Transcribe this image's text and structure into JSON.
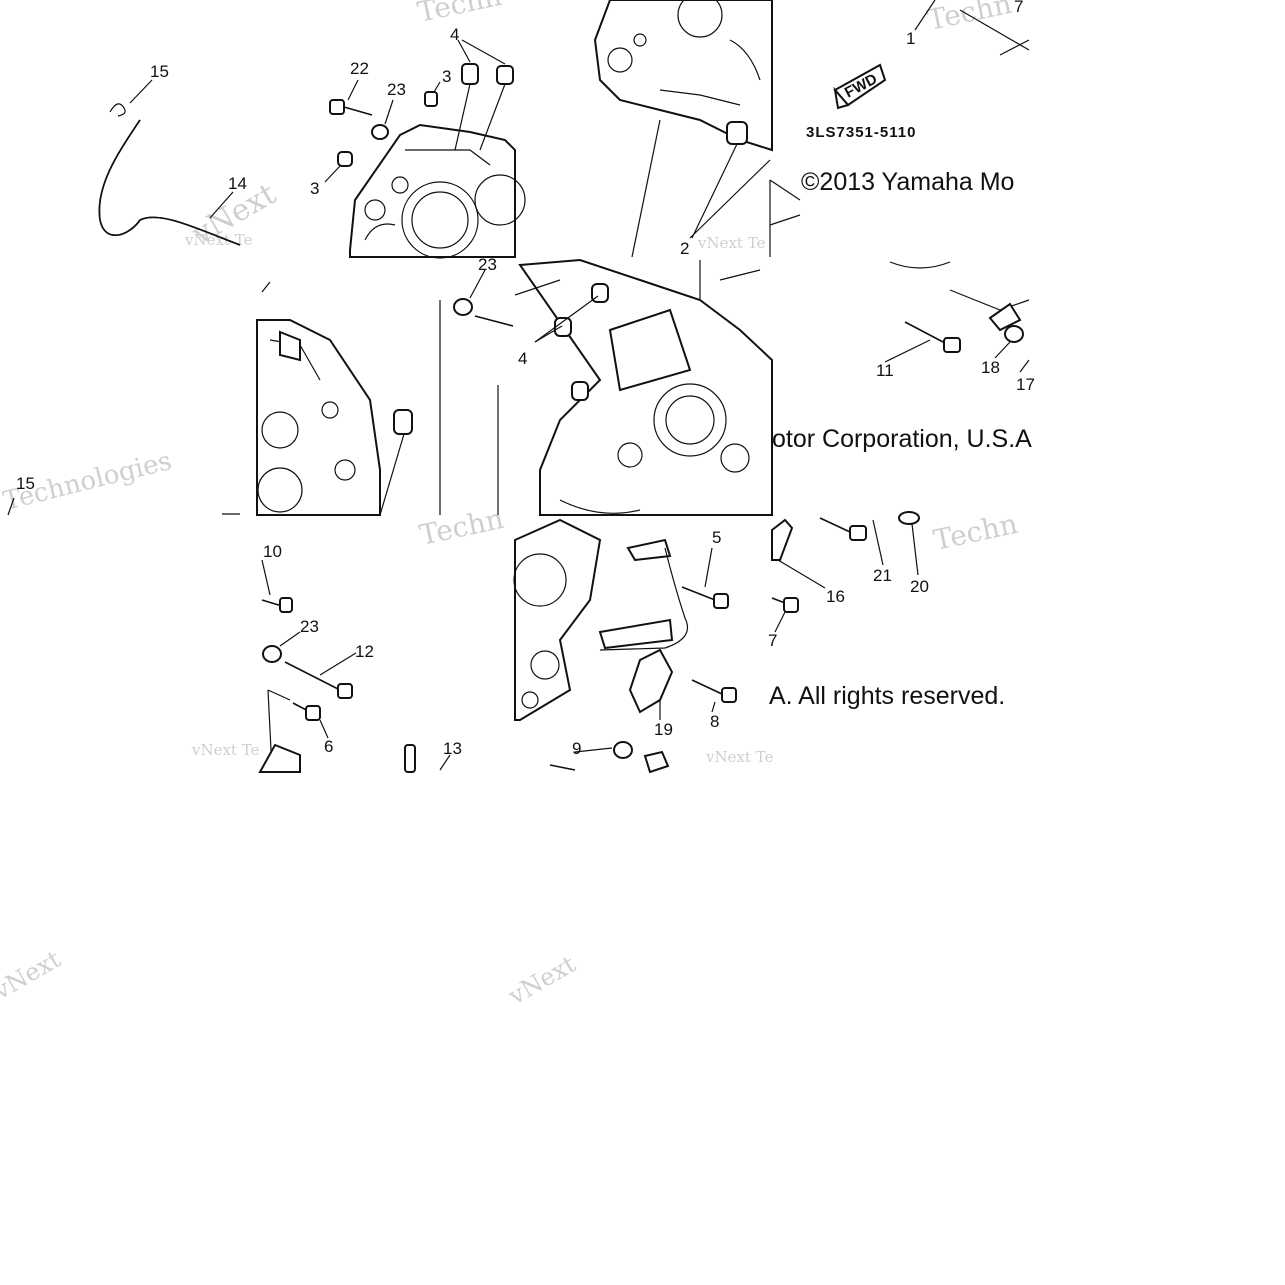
{
  "part_code": "3LS7351-5110",
  "fwd_label": "FWD",
  "copyright_fragments": [
    "©2013 Yamaha Mo",
    "otor Corporation, U.S.A",
    "A. All rights reserved."
  ],
  "callouts": [
    {
      "id": "15a",
      "label": "15"
    },
    {
      "id": "14",
      "label": "14"
    },
    {
      "id": "22",
      "label": "22"
    },
    {
      "id": "23a",
      "label": "23"
    },
    {
      "id": "3a",
      "label": "3"
    },
    {
      "id": "3b",
      "label": "3"
    },
    {
      "id": "4a",
      "label": "4"
    },
    {
      "id": "2",
      "label": "2"
    },
    {
      "id": "1",
      "label": "1"
    },
    {
      "id": "7a",
      "label": "7"
    },
    {
      "id": "23b",
      "label": "23"
    },
    {
      "id": "4b",
      "label": "4"
    },
    {
      "id": "11",
      "label": "11"
    },
    {
      "id": "18",
      "label": "18"
    },
    {
      "id": "17",
      "label": "17"
    },
    {
      "id": "15b",
      "label": "15"
    },
    {
      "id": "10",
      "label": "10"
    },
    {
      "id": "23c",
      "label": "23"
    },
    {
      "id": "12",
      "label": "12"
    },
    {
      "id": "6",
      "label": "6"
    },
    {
      "id": "13",
      "label": "13"
    },
    {
      "id": "5",
      "label": "5"
    },
    {
      "id": "19",
      "label": "19"
    },
    {
      "id": "8",
      "label": "8"
    },
    {
      "id": "9",
      "label": "9"
    },
    {
      "id": "16",
      "label": "16"
    },
    {
      "id": "7b",
      "label": "7"
    },
    {
      "id": "21",
      "label": "21"
    },
    {
      "id": "20",
      "label": "20"
    }
  ],
  "watermarks": [
    "vNext",
    "Technologies",
    "vNext Te",
    "Techn"
  ],
  "colors": {
    "ink": "#111111",
    "watermark": "#cfcfcf",
    "background": "#ffffff"
  }
}
